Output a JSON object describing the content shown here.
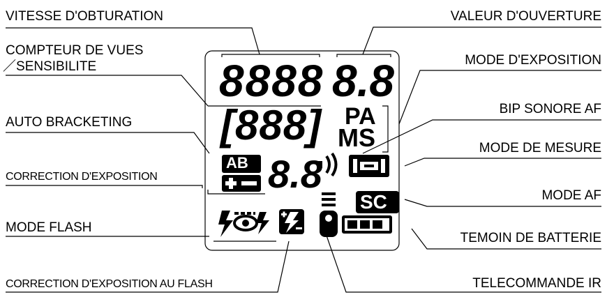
{
  "labels_left": {
    "shutter_speed": "VITESSE D'OBTURATION",
    "frame_counter_line1": "COMPTEUR DE VUES",
    "frame_counter_line2": "SENSIBILITE",
    "frame_counter_sep": "／",
    "auto_bracketing": "AUTO BRACKETING",
    "exposure_correction": "CORRECTION D'EXPOSITION",
    "flash_mode": "MODE FLASH",
    "flash_exposure_correction": "CORRECTION D'EXPOSITION AU FLASH"
  },
  "labels_right": {
    "aperture_value": "VALEUR D'OUVERTURE",
    "exposure_mode": "MODE D'EXPOSITION",
    "af_beep": "BIP SONORE AF",
    "metering_mode": "MODE DE MESURE",
    "af_mode": "MODE AF",
    "battery_indicator": "TEMOIN DE BATTERIE",
    "ir_remote": "TELECOMMANDE IR"
  },
  "lcd": {
    "shutter_digits": "8888",
    "aperture_digits": "8.8",
    "counter_digits": "[888]",
    "mode_top": "PA",
    "mode_bottom": "MS",
    "ab_badge": "AB",
    "correction_digits": "8.8",
    "af_mode_badge": "SC",
    "icons": {
      "beep": "sound-waves-icon",
      "metering": "metering-bracket-icon",
      "plus_minus": "plus-minus-icon",
      "flash_mode": "flash-red-eye-icon",
      "flash_correction": "flash-plus-minus-icon",
      "remote": "ir-remote-icon",
      "battery": "battery-icon"
    }
  }
}
